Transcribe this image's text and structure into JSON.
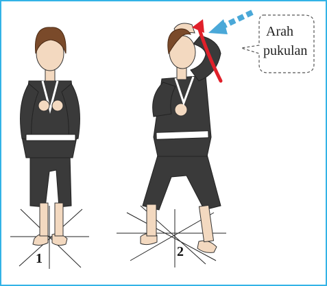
{
  "figures": [
    {
      "label": "1",
      "pose": "ready-stance-fists-at-chest"
    },
    {
      "label": "2",
      "pose": "rising-forearm-block"
    }
  ],
  "callout": {
    "line1": "Arah",
    "line2": "pukulan"
  },
  "colors": {
    "frame": "#33b3e6",
    "uniform": "#3a3a3a",
    "belt": "#ffffff",
    "skin": "#f3d9c0",
    "hair": "#7a4a2a",
    "block_arrow": "#e0202a",
    "strike_arrow": "#4aa8d8"
  },
  "icons": [
    "red-curved-arrow-icon",
    "blue-dashed-arrow-icon",
    "thought-bubble-icon"
  ]
}
